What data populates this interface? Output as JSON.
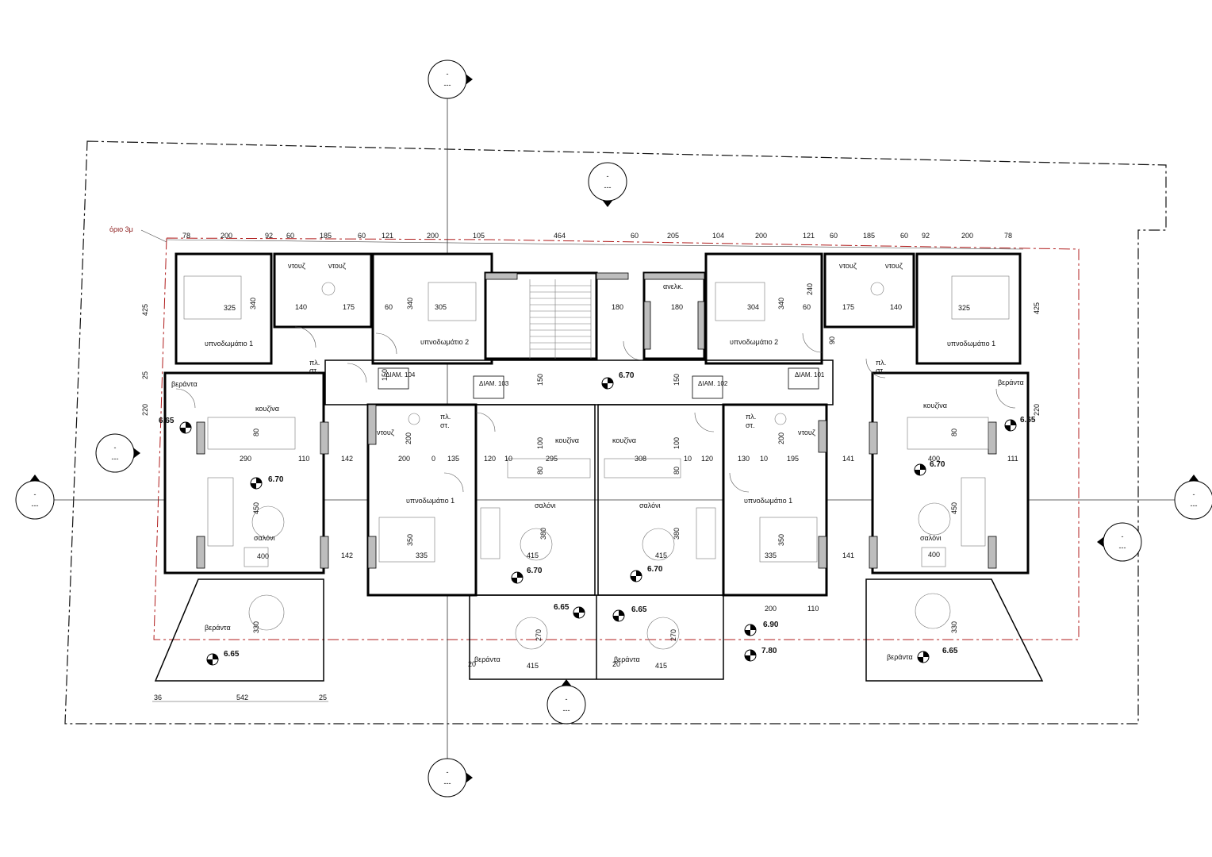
{
  "boundary_label": "όριο 3μ",
  "top_dims": [
    "78",
    "200",
    "92",
    "60",
    "185",
    "60",
    "121",
    "200",
    "105",
    "464",
    "60",
    "205",
    "104",
    "200",
    "121",
    "60",
    "185",
    "60",
    "92",
    "200",
    "78"
  ],
  "bottom_dims": [
    "36",
    "542",
    "25"
  ],
  "rooms": {
    "bedroom1": "υπνοδωμάτιο 1",
    "bedroom2": "υπνοδωμάτιο 2",
    "shower": "ντουζ",
    "kitchen": "κουζίνα",
    "living": "σαλόνι",
    "veranda": "βεράντα",
    "elevator": "ανελκ.",
    "wc": "πλ.",
    "wc2": "στ."
  },
  "apartments": [
    "ΔΙΑΜ. 104",
    "ΔΙΑΜ. 103",
    "ΔΙΑΜ. 102",
    "ΔΙΑΜ. 101"
  ],
  "levels": {
    "corridor": "6.70",
    "apt_left": "6.70",
    "apt_right": "6.70",
    "veranda_top_left": "6.65",
    "veranda_top_right": "6.65",
    "veranda_bottom_left": "6.65",
    "veranda_bottom_right": "6.65",
    "mid_left": "6.70",
    "mid_right": "6.70",
    "balcony_left": "6.65",
    "balcony_right": "6.65",
    "stair1": "6.90",
    "stair2": "7.80"
  },
  "inner_dims": {
    "d325": "325",
    "d340": "340",
    "d140": "140",
    "d175": "175",
    "d60": "60",
    "d305": "305",
    "d180": "180",
    "d304": "304",
    "d425": "425",
    "d25": "25",
    "d220": "220",
    "d290": "290",
    "d110": "110",
    "d142": "142",
    "d200": "200",
    "d135": "135",
    "d120": "120",
    "d10": "10",
    "d295": "295",
    "d308": "308",
    "d130": "130",
    "d195": "195",
    "d141": "141",
    "d111": "111",
    "d400": "400",
    "d450": "450",
    "d335": "335",
    "d350": "350",
    "d415": "415",
    "d380": "380",
    "d270": "270",
    "d330": "330",
    "d20": "20",
    "d150": "150",
    "d100": "100",
    "d80": "80",
    "d240": "240",
    "d90": "90",
    "d0": "0"
  },
  "section_marker": "-",
  "section_marker_sub": "---"
}
